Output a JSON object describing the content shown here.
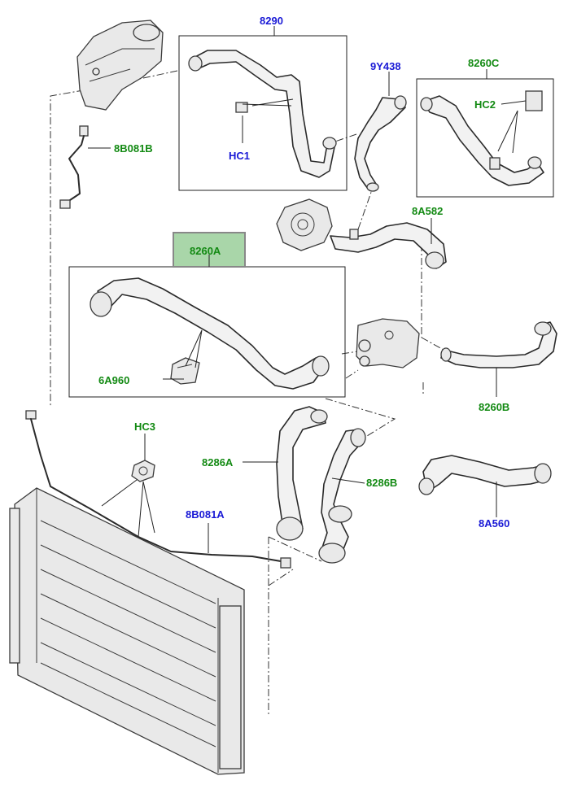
{
  "colors": {
    "blue_label": "#1a1ad6",
    "green_label": "#138a13",
    "highlight_box": "#a9d6a9",
    "line": "#222222"
  },
  "labels": {
    "p8290": "8290",
    "p9Y438": "9Y438",
    "p8260C": "8260C",
    "hc2": "HC2",
    "hc1": "HC1",
    "p8B081B": "8B081B",
    "p8A582": "8A582",
    "p8260A": "8260A",
    "p6A960": "6A960",
    "p8260B": "8260B",
    "hc3": "HC3",
    "p8286A": "8286A",
    "p8286B": "8286B",
    "p8B081A": "8B081A",
    "p8A560": "8A560"
  }
}
